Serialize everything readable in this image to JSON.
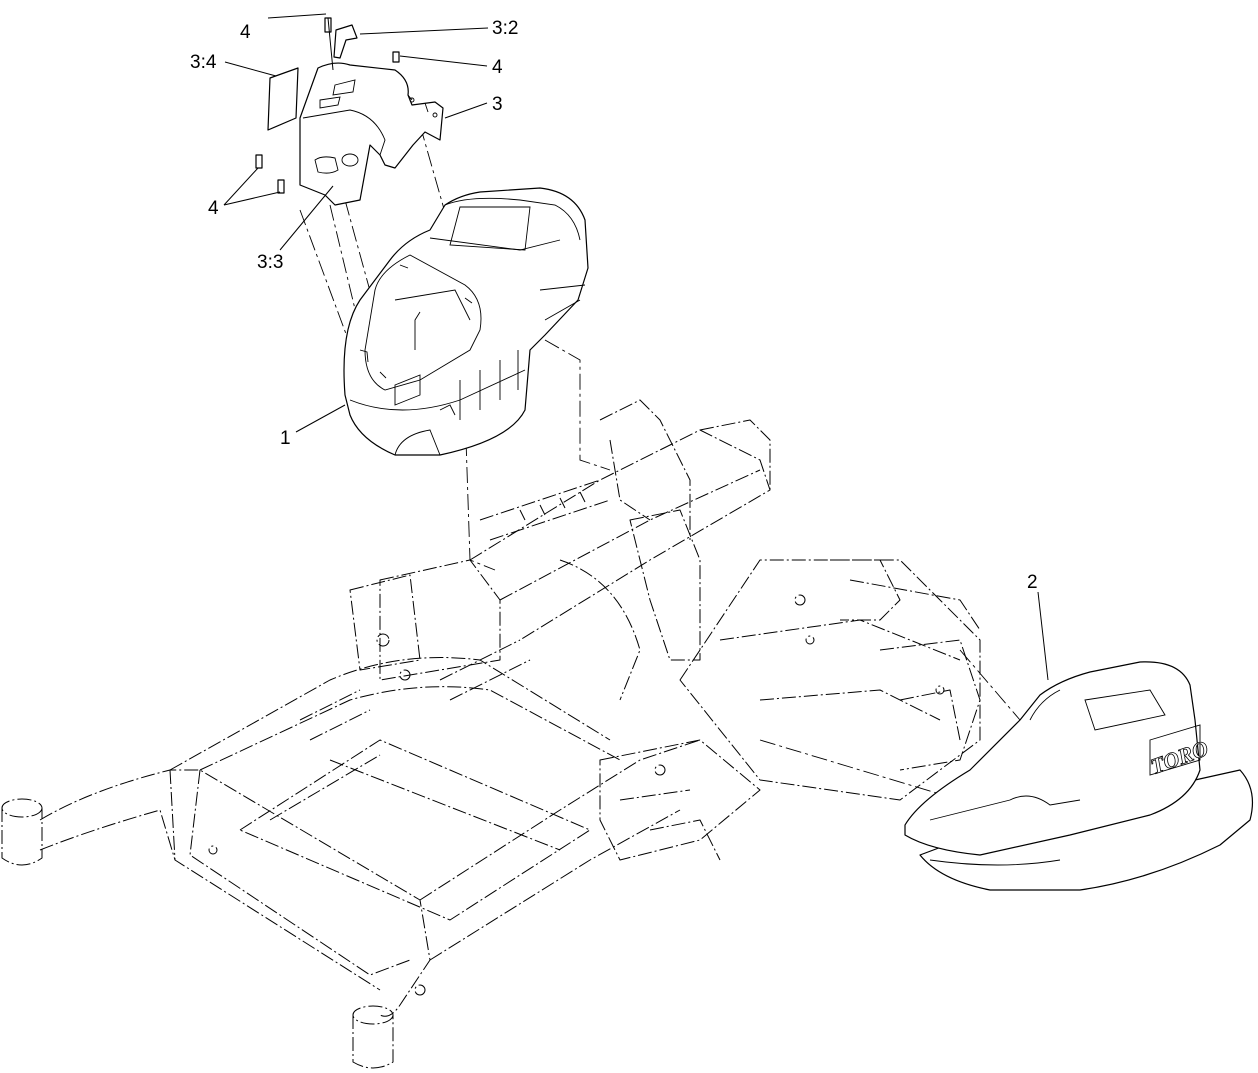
{
  "callouts": {
    "c1": "1",
    "c2": "2",
    "c3": "3",
    "c3_2": "3:2",
    "c3_3": "3:3",
    "c3_4": "3:4",
    "c4_top": "4",
    "c4_right": "4",
    "c4_left": "4"
  },
  "logo_text": "TORO"
}
